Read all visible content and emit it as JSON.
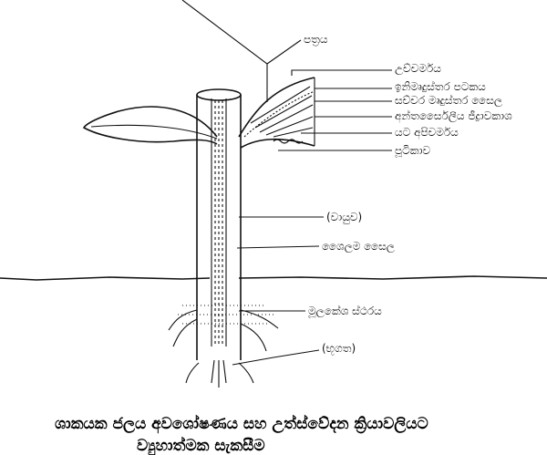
{
  "labels": {
    "leaf": "පත්‍රය",
    "upper_epidermis": "උච්චර්මය",
    "palisade": "ඉනිමෘදුස්තර පටකය",
    "spongy": "සච්චර මෘදුස්තර සෛල",
    "intercellular": "අන්තර්සෛලීය ජීද්‍රාවකාශ",
    "lower_epidermis": "යට අපිචර්මය",
    "stoma": "පූටිකාව",
    "air": "(වායුව)",
    "xylem": "ශෛලම සෛල",
    "root_hair": "මූලකේශ ස්ථරය",
    "soil": "(භූගත)"
  },
  "caption": {
    "line1": "ශාකයක ජලය අවශෝෂණය සහ උත්ස්වේදන ක්‍රියාවලියට",
    "line2": "ව්‍යුහාත්මක සැකසීම"
  },
  "colors": {
    "ink": "#111111",
    "background": "#ffffff"
  }
}
